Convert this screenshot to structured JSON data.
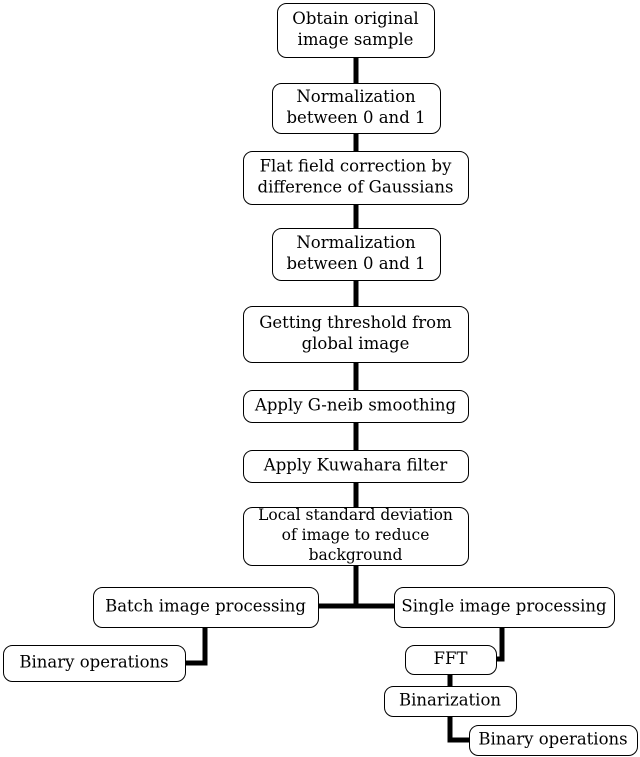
{
  "flowchart": {
    "nodes": {
      "obtain": [
        "Obtain original",
        "image sample"
      ],
      "norm1": [
        "Normalization",
        "between 0 and 1"
      ],
      "flat": [
        "Flat field correction by",
        "difference of Gaussians"
      ],
      "norm2": [
        "Normalization",
        "between 0 and 1"
      ],
      "threshold": [
        "Getting threshold from",
        "global image"
      ],
      "gneib": [
        "Apply G-neib smoothing"
      ],
      "kuwahara": [
        "Apply Kuwahara filter"
      ],
      "localstd": [
        "Local standard deviation",
        "of image to reduce",
        "background"
      ],
      "batch": [
        "Batch image processing"
      ],
      "single": [
        "Single image processing"
      ],
      "binary_left": [
        "Binary operations"
      ],
      "fft": [
        "FFT"
      ],
      "binarization": [
        "Binarization"
      ],
      "binary_right": [
        "Binary operations"
      ]
    },
    "edges": [
      [
        "obtain",
        "norm1"
      ],
      [
        "norm1",
        "flat"
      ],
      [
        "flat",
        "norm2"
      ],
      [
        "norm2",
        "threshold"
      ],
      [
        "threshold",
        "gneib"
      ],
      [
        "gneib",
        "kuwahara"
      ],
      [
        "kuwahara",
        "localstd"
      ],
      [
        "localstd",
        "batch"
      ],
      [
        "localstd",
        "single"
      ],
      [
        "batch",
        "binary_left"
      ],
      [
        "single",
        "fft"
      ],
      [
        "fft",
        "binarization"
      ],
      [
        "binarization",
        "binary_right"
      ]
    ]
  }
}
